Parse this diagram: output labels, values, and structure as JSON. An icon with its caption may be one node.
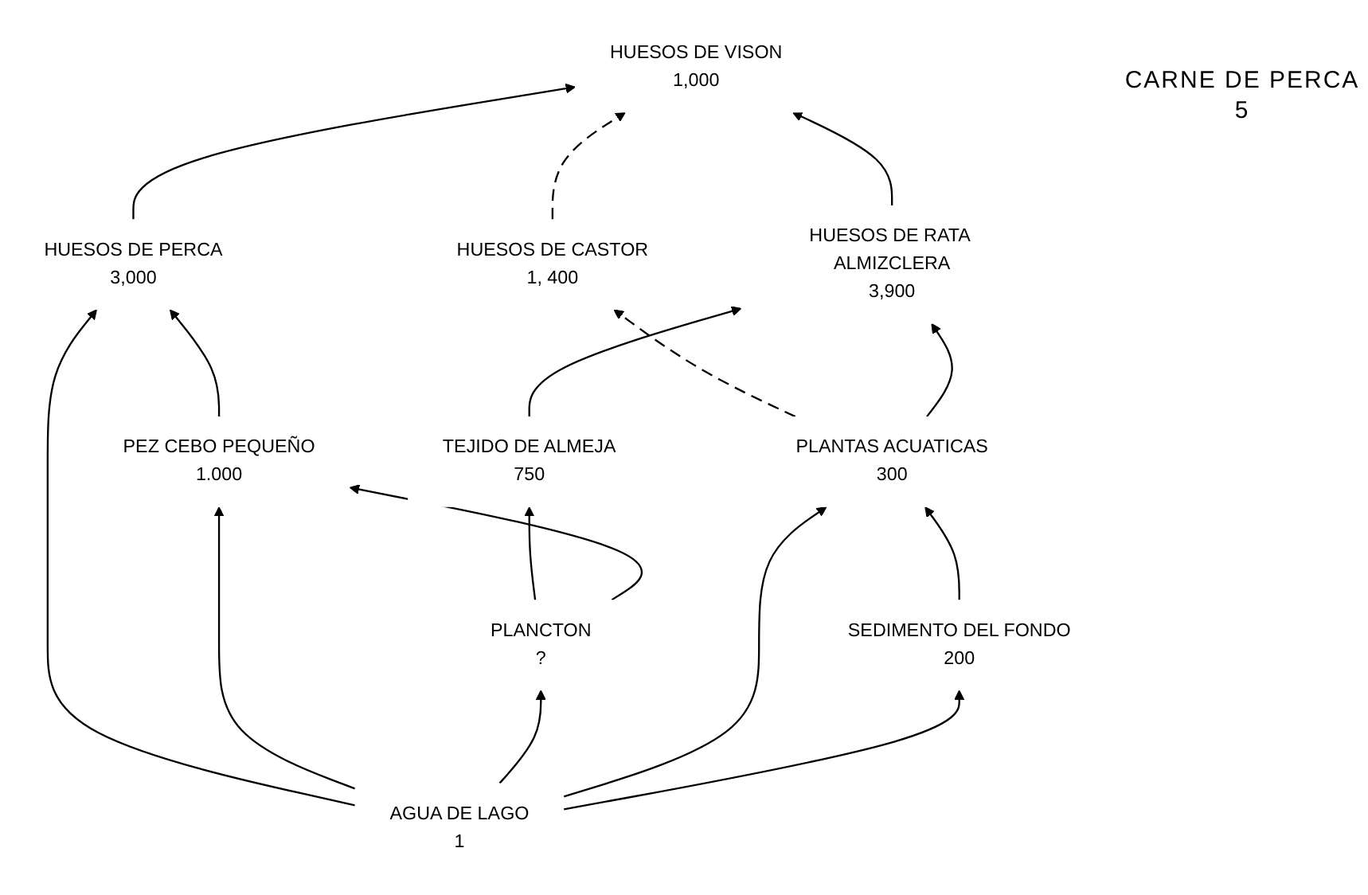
{
  "diagram": {
    "nodes": [
      {
        "text": [
          "HUESOS DE VISON",
          "1,000"
        ]
      },
      {
        "text": [
          "HUESOS DE PERCA",
          "3,000"
        ]
      },
      {
        "text": [
          "HUESOS DE CASTOR",
          "1, 400"
        ]
      },
      {
        "text": [
          "HUESOS DE RATA ALMIZCLERA",
          "3,900"
        ]
      },
      {
        "text": [
          "PEZ CEBO PEQUEÑO",
          "1.000"
        ]
      },
      {
        "text": [
          "TEJIDO DE ALMEJA",
          "750"
        ]
      },
      {
        "text": [
          "PLANTAS ACUATICAS",
          "300"
        ]
      },
      {
        "text": [
          "PLANCTON",
          "?"
        ]
      },
      {
        "text": [
          "AGUA DE LAGO",
          "1"
        ]
      },
      {
        "text": [
          "SEDIMENTO DEL FONDO",
          "200"
        ]
      }
    ],
    "edges": [
      {
        "from": 1,
        "to": 0,
        "arrow": "to"
      },
      {
        "from": 2,
        "to": 0,
        "arrow": "to",
        "style": "dashed"
      },
      {
        "from": 3,
        "to": 0,
        "arrow": "to"
      },
      {
        "from": 6,
        "to": 2,
        "arrow": "to",
        "style": "dashed"
      },
      {
        "from": 6,
        "to": 3,
        "arrow": "to"
      },
      {
        "from": 5,
        "to": 3,
        "arrow": "to"
      },
      {
        "from": 7,
        "to": 5,
        "arrow": "to"
      },
      {
        "from": 7,
        "to": 4,
        "arrow": "to"
      },
      {
        "from": 4,
        "to": 1,
        "arrow": "to"
      },
      {
        "from": 8,
        "to": 1,
        "arrow": "to"
      },
      {
        "from": 8,
        "to": 4,
        "arrow": "to"
      },
      {
        "from": 8,
        "to": 7,
        "arrow": "to"
      },
      {
        "from": 8,
        "to": 6,
        "arrow": "to"
      },
      {
        "from": 8,
        "to": 9,
        "arrow": "to"
      },
      {
        "from": 9,
        "to": 6,
        "arrow": "to"
      }
    ],
    "labels": [
      "CARNE DE PERCA",
      "5"
    ]
  }
}
